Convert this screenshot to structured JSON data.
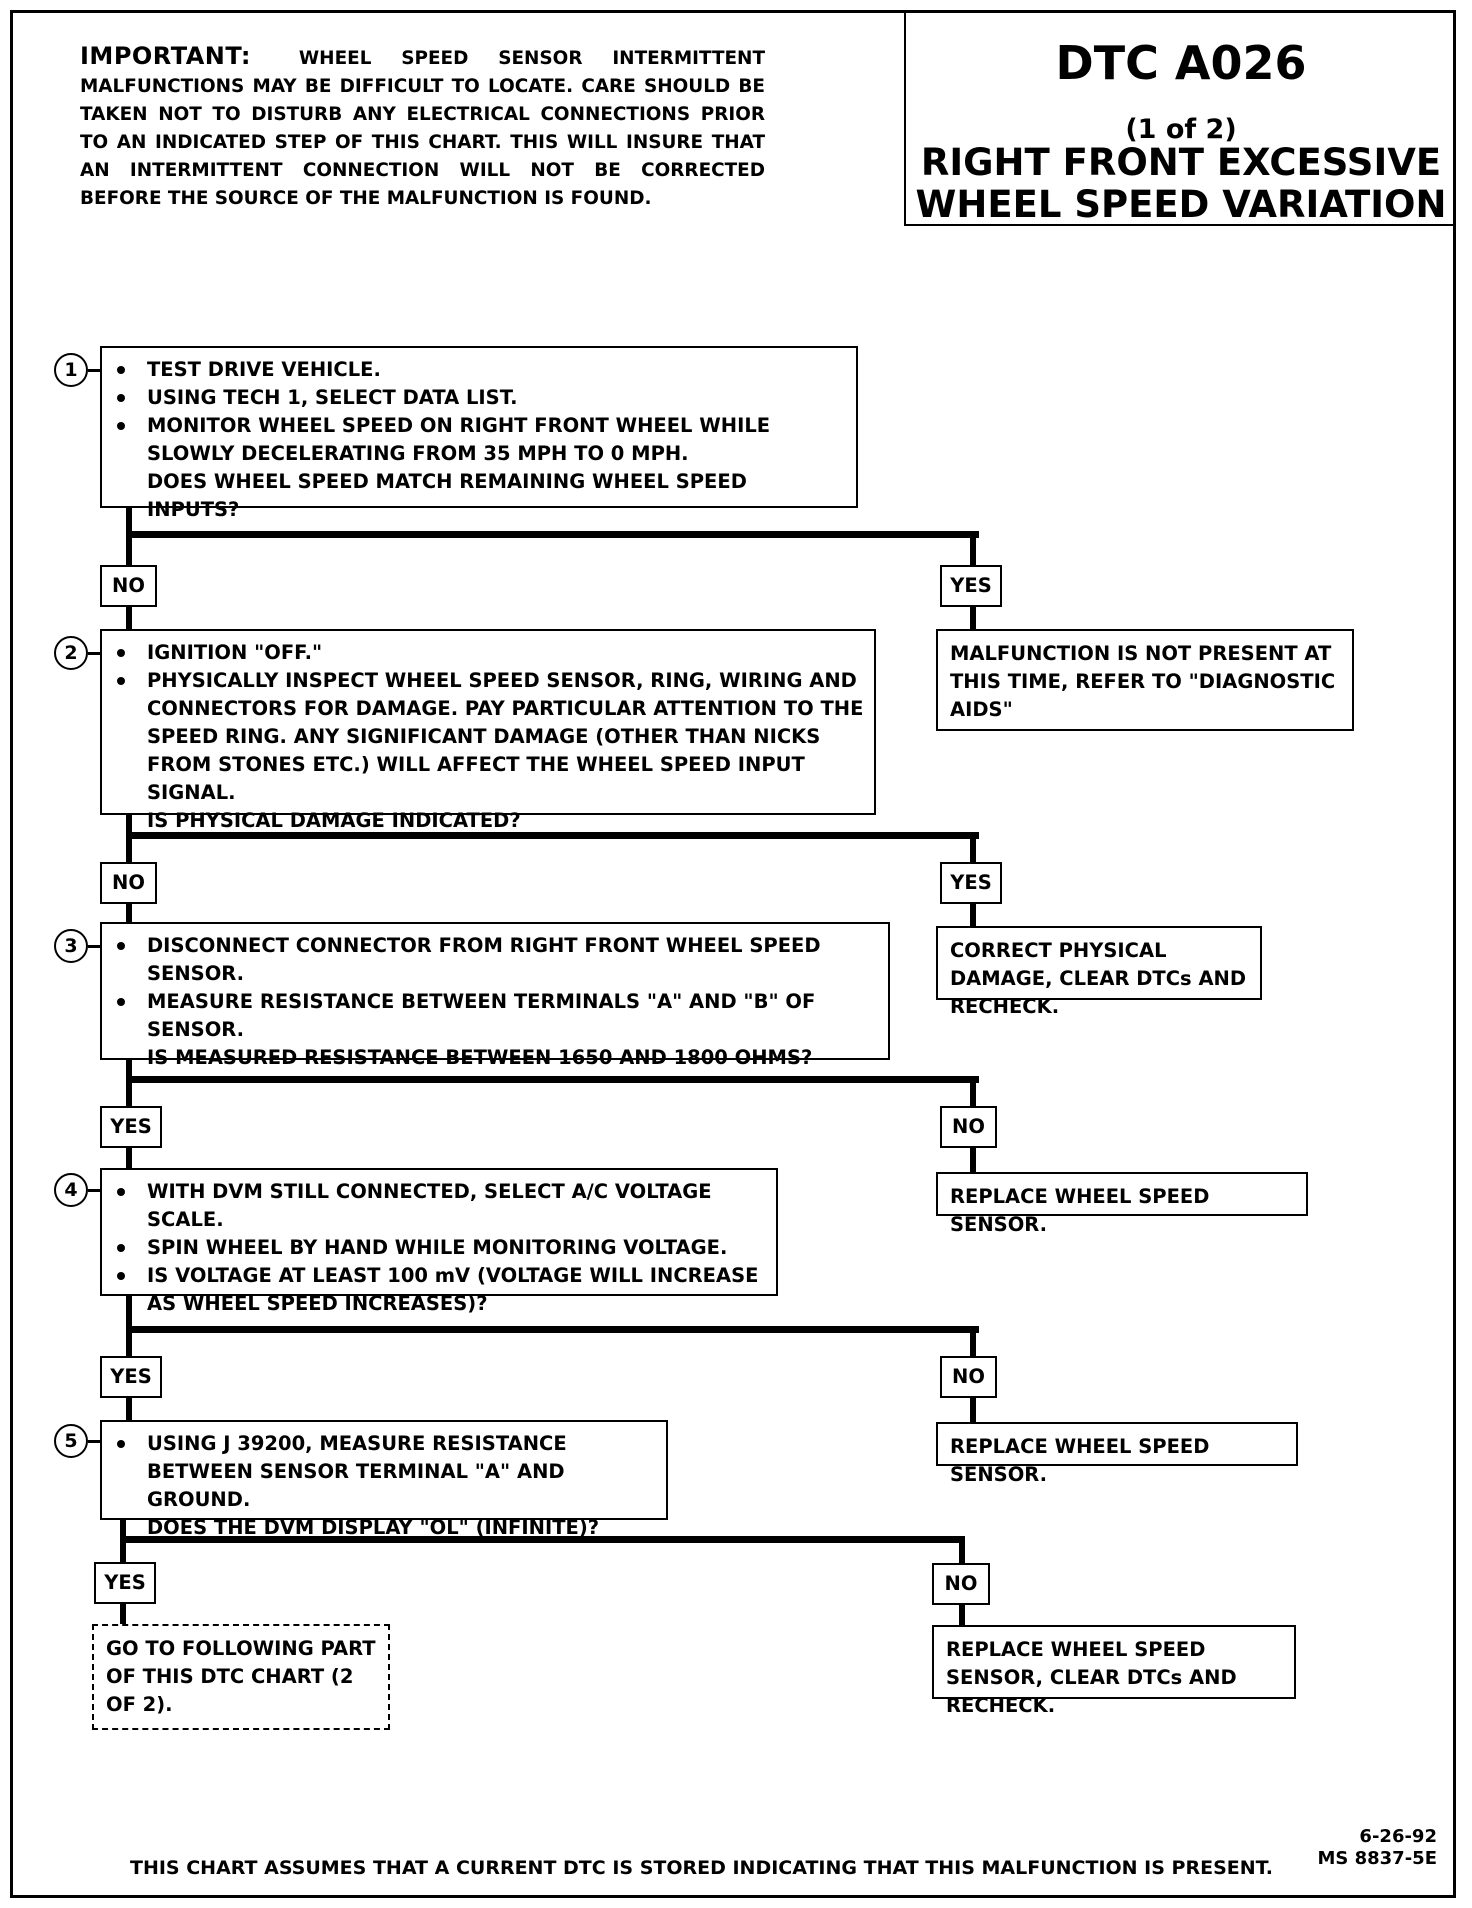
{
  "header": {
    "important_label": "IMPORTANT:",
    "important_text": "WHEEL SPEED SENSOR INTERMITTENT MALFUNCTIONS MAY BE DIFFICULT TO LOCATE. CARE SHOULD BE TAKEN NOT TO DISTURB ANY ELECTRICAL CONNECTIONS PRIOR TO AN INDICATED STEP OF THIS CHART. THIS WILL INSURE THAT AN INTERMITTENT CONNECTION WILL NOT BE CORRECTED BEFORE THE SOURCE OF THE MALFUNCTION IS FOUND.",
    "dtc_code": "DTC A026",
    "part": "(1 of 2)",
    "title_line1": "RIGHT FRONT EXCESSIVE",
    "title_line2": "WHEEL SPEED VARIATION"
  },
  "steps": [
    {
      "number": "1",
      "bullets": [
        "TEST DRIVE VEHICLE.",
        "USING TECH 1, SELECT DATA LIST.",
        "MONITOR WHEEL SPEED ON RIGHT FRONT WHEEL WHILE SLOWLY DECELERATING FROM 35 MPH TO 0 MPH."
      ],
      "question": "DOES WHEEL SPEED MATCH REMAINING WHEEL SPEED INPUTS?",
      "left_label": "NO",
      "right_label": "YES",
      "right_result": "MALFUNCTION IS NOT PRESENT AT THIS TIME, REFER TO \"DIAGNOSTIC AIDS\""
    },
    {
      "number": "2",
      "bullets": [
        "IGNITION \"OFF.\"",
        "PHYSICALLY INSPECT WHEEL SPEED SENSOR, RING, WIRING AND CONNECTORS FOR DAMAGE. PAY PARTICULAR ATTENTION TO THE SPEED RING. ANY SIGNIFICANT DAMAGE (OTHER THAN NICKS FROM STONES ETC.) WILL AFFECT THE WHEEL SPEED INPUT SIGNAL."
      ],
      "question": "IS PHYSICAL DAMAGE INDICATED?",
      "left_label": "NO",
      "right_label": "YES",
      "right_result": "CORRECT PHYSICAL DAMAGE, CLEAR DTCs AND RECHECK."
    },
    {
      "number": "3",
      "bullets": [
        "DISCONNECT CONNECTOR FROM RIGHT FRONT WHEEL SPEED SENSOR.",
        "MEASURE RESISTANCE BETWEEN TERMINALS \"A\" AND \"B\" OF SENSOR."
      ],
      "question": "IS MEASURED RESISTANCE BETWEEN 1650 AND 1800 OHMS?",
      "left_label": "YES",
      "right_label": "NO",
      "right_result": "REPLACE WHEEL SPEED SENSOR."
    },
    {
      "number": "4",
      "bullets": [
        "WITH DVM STILL CONNECTED, SELECT A/C VOLTAGE SCALE.",
        "SPIN WHEEL BY HAND WHILE MONITORING VOLTAGE.",
        "IS VOLTAGE AT LEAST 100 mV (VOLTAGE WILL INCREASE AS WHEEL SPEED INCREASES)?"
      ],
      "question": "",
      "left_label": "YES",
      "right_label": "NO",
      "right_result": "REPLACE WHEEL SPEED SENSOR."
    },
    {
      "number": "5",
      "bullets": [
        "USING J 39200, MEASURE RESISTANCE BETWEEN SENSOR TERMINAL \"A\" AND GROUND."
      ],
      "question": "DOES THE DVM DISPLAY \"OL\" (INFINITE)?",
      "left_label": "YES",
      "right_label": "NO",
      "right_result": "REPLACE WHEEL SPEED SENSOR, CLEAR DTCs AND RECHECK."
    }
  ],
  "final_left_result": "GO TO FOLLOWING PART OF THIS DTC CHART (2 OF 2).",
  "footer": {
    "note": "THIS CHART ASSUMES THAT A CURRENT DTC IS STORED INDICATING THAT THIS MALFUNCTION IS PRESENT.",
    "date": "6-26-92",
    "doc_code": "MS 8837-5E"
  }
}
